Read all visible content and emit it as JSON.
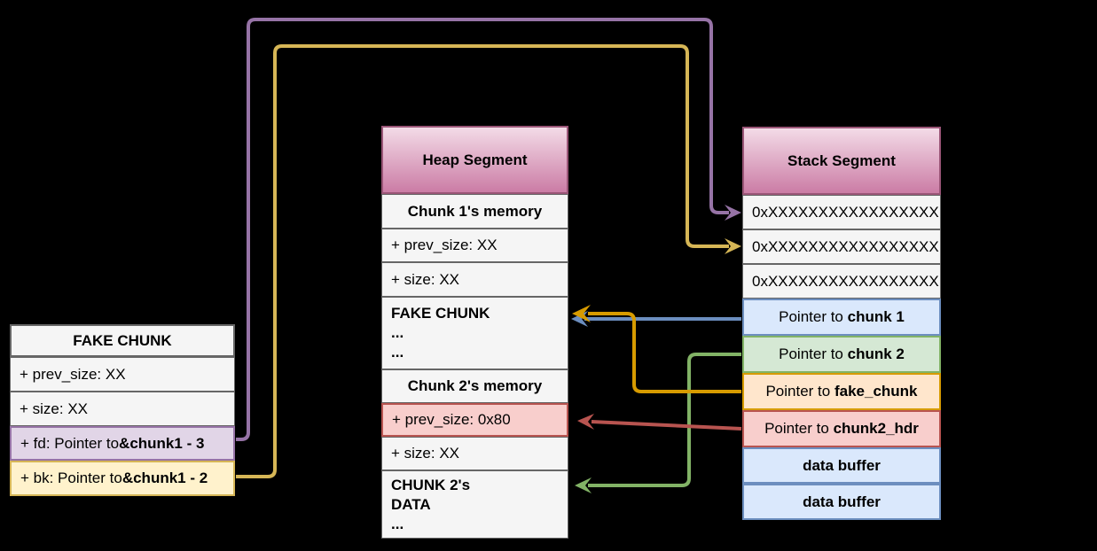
{
  "fake_chunk": {
    "title": "FAKE CHUNK",
    "rows": [
      {
        "prefix": "+ prev_size: XX",
        "bold": ""
      },
      {
        "prefix": "+ size: XX",
        "bold": ""
      },
      {
        "prefix": "+ fd: Pointer to ",
        "bold": "&chunk1 - 3"
      },
      {
        "prefix": "+ bk: Pointer to ",
        "bold": "&chunk1 - 2"
      }
    ]
  },
  "heap": {
    "title": "Heap Segment",
    "rows": [
      {
        "text": "Chunk 1's memory"
      },
      {
        "text": "+ prev_size: XX"
      },
      {
        "text": "+ size: XX"
      },
      {
        "line1": "FAKE CHUNK",
        "line2": "...",
        "line3": "..."
      },
      {
        "text": "Chunk 2's memory"
      },
      {
        "text": "+ prev_size: 0x80"
      },
      {
        "text": "+ size: XX"
      },
      {
        "line1": "CHUNK 2's",
        "line2": "DATA",
        "line3": "..."
      }
    ]
  },
  "stack": {
    "title": "Stack Segment",
    "rows": [
      {
        "text": "0xXXXXXXXXXXXXXXXXX"
      },
      {
        "text": "0xXXXXXXXXXXXXXXXXX"
      },
      {
        "text": "0xXXXXXXXXXXXXXXXXX"
      },
      {
        "prefix": "Pointer to ",
        "bold": "chunk 1"
      },
      {
        "prefix": "Pointer to ",
        "bold": "chunk 2"
      },
      {
        "prefix": "Pointer to ",
        "bold": "fake_chunk"
      },
      {
        "prefix": "Pointer to ",
        "bold": "chunk2_hdr"
      },
      {
        "bold": "data buffer"
      },
      {
        "bold": "data buffer"
      }
    ]
  },
  "arrows": [
    {
      "name": "fd-arrow",
      "color": "#9673A6",
      "from": "fake_chunk.fd",
      "to": "stack.row1"
    },
    {
      "name": "bk-arrow",
      "color": "#D6B656",
      "from": "fake_chunk.bk",
      "to": "stack.row2"
    },
    {
      "name": "chunk1-pointer-arrow",
      "color": "#6C8EBF",
      "from": "stack.pointer_to_chunk1",
      "to": "heap.fake_chunk"
    },
    {
      "name": "chunk2-pointer-arrow",
      "color": "#82B366",
      "from": "stack.pointer_to_chunk2",
      "to": "heap.chunk2_data"
    },
    {
      "name": "fake-chunk-pointer-arrow",
      "color": "#D79B00",
      "from": "stack.pointer_to_fake_chunk",
      "to": "heap.fake_chunk"
    },
    {
      "name": "chunk2-hdr-pointer-arrow",
      "color": "#B85450",
      "from": "stack.pointer_to_chunk2_hdr",
      "to": "heap.prev_size_0x80"
    }
  ],
  "colors": {
    "purple": "#9673A6",
    "purple_fill": "#E1D5E7",
    "yellow": "#D6B656",
    "yellow_fill": "#FFF2CC",
    "blue": "#6C8EBF",
    "blue_fill": "#DAE8FC",
    "green": "#82B366",
    "green_fill": "#D5E8D4",
    "orange": "#D79B00",
    "orange_fill": "#FFE6CC",
    "red": "#B85450",
    "red_fill": "#F8CECC",
    "gray_fill": "#F5F5F5",
    "gray_border": "#666666",
    "header_gradient_top": "#F3DBE7",
    "header_gradient_bottom": "#CB7CA5",
    "header_border": "#9A5577",
    "background": "#000000"
  }
}
